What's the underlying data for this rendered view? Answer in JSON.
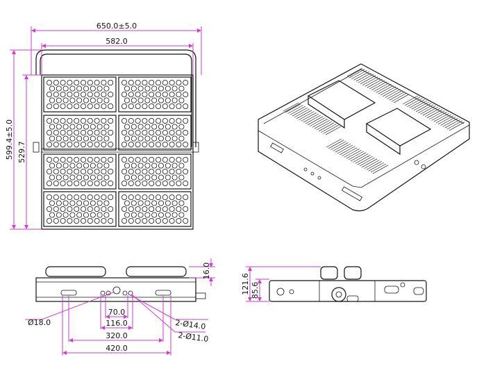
{
  "dimensions": {
    "overall_width": "650.0±5.0",
    "bracket_width": "582.0",
    "overall_height": "599.4±5.0",
    "body_height": "529.7",
    "top_offset": "16.0",
    "side_height": "121.6",
    "side_body": "85.6",
    "hole_large": "Ø18.0",
    "hole_pair_14": "2-Ø14.0",
    "hole_pair_11": "2-Ø11.0",
    "spacing_70": "70.0",
    "spacing_116": "116.0",
    "spacing_320": "320.0",
    "spacing_420": "420.0"
  },
  "colors": {
    "dimension_line": "#d23ad2",
    "drawing_line": "#111111"
  }
}
